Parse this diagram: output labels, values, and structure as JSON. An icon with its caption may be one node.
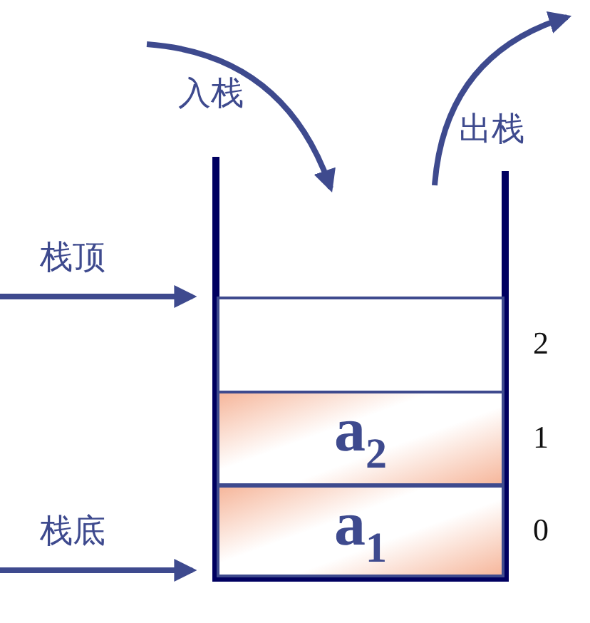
{
  "diagram": {
    "nodes": [
      {
        "text": [],
        "shape": "container"
      },
      {
        "text": [],
        "shape": "box",
        "in": 0,
        "beside": [
          "2"
        ]
      },
      {
        "text": [
          "a$_{2}$"
        ],
        "in": 0,
        "beside": [
          "1"
        ]
      },
      {
        "text": [
          "a$_{1}$"
        ],
        "in": 0,
        "beside": [
          "0"
        ]
      },
      {
        "text": [
          "栈顶"
        ]
      },
      {
        "text": [
          "栈底"
        ]
      }
    ],
    "edges": [
      {
        "from": null,
        "to": 0,
        "arrow": "to",
        "label": "入栈"
      },
      {
        "from": 0,
        "to": null,
        "arrow": "to",
        "label": "出栈"
      },
      {
        "from": 4,
        "to": 0,
        "arrow": "to"
      },
      {
        "from": 5,
        "to": 0,
        "arrow": "to"
      }
    ]
  }
}
